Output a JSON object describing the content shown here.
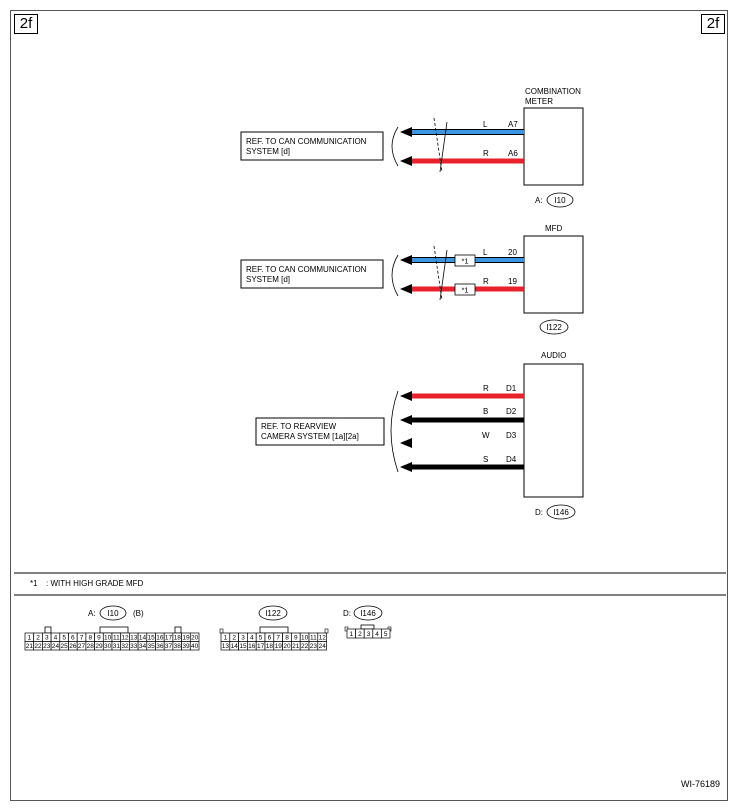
{
  "page_label": "2f",
  "figure_id": "WI-76189",
  "sections": {
    "combination_meter": {
      "title_line1": "COMBINATION",
      "title_line2": "METER",
      "ref_line1": "REF. TO CAN COMMUNICATION",
      "ref_line2": "SYSTEM  [d]",
      "connector_prefix": "A:",
      "connector": "I10",
      "wires": [
        {
          "color_code": "L",
          "pin": "A7",
          "color": "#3a96e0"
        },
        {
          "color_code": "R",
          "pin": "A6",
          "color": "#e8212a"
        }
      ]
    },
    "mfd": {
      "title": "MFD",
      "ref_line1": "REF. TO CAN COMMUNICATION",
      "ref_line2": "SYSTEM  [d]",
      "connector": "I122",
      "note_tag": "*1",
      "wires": [
        {
          "color_code": "L",
          "pin": "20",
          "color": "#3a96e0"
        },
        {
          "color_code": "R",
          "pin": "19",
          "color": "#e8212a"
        }
      ]
    },
    "audio": {
      "title": "AUDIO",
      "ref_line1": "REF. TO REARVIEW",
      "ref_line2": "CAMERA SYSTEM  [1a][2a]",
      "connector_prefix": "D:",
      "connector": "I146",
      "wires": [
        {
          "color_code": "R",
          "pin": "D1",
          "color": "#e8212a"
        },
        {
          "color_code": "B",
          "pin": "D2",
          "color": "#000000"
        },
        {
          "color_code": "W",
          "pin": "D3",
          "color": "#ffffff"
        },
        {
          "color_code": "S",
          "pin": "D4",
          "color": "#000000"
        }
      ]
    }
  },
  "footnote": {
    "mark": "*1",
    "text": ": WITH HIGH GRADE MFD"
  },
  "connectors": {
    "a": {
      "prefix": "A:",
      "name": "I10",
      "suffix": "(B)",
      "row1": [
        "1",
        "2",
        "3",
        "4",
        "5",
        "6",
        "7",
        "8",
        "9",
        "10",
        "11",
        "12",
        "13",
        "14",
        "15",
        "16",
        "17",
        "18",
        "19",
        "20"
      ],
      "row2": [
        "21",
        "22",
        "23",
        "24",
        "25",
        "26",
        "27",
        "28",
        "29",
        "30",
        "31",
        "32",
        "33",
        "34",
        "35",
        "36",
        "37",
        "38",
        "39",
        "40"
      ]
    },
    "i122": {
      "name": "I122",
      "row1": [
        "1",
        "2",
        "3",
        "4",
        "5",
        "6",
        "7",
        "8",
        "9",
        "10",
        "11",
        "12"
      ],
      "row2": [
        "13",
        "14",
        "15",
        "16",
        "17",
        "18",
        "19",
        "20",
        "21",
        "22",
        "23",
        "24"
      ]
    },
    "d": {
      "prefix": "D:",
      "name": "I146",
      "row1": [
        "1",
        "2",
        "3",
        "4",
        "5"
      ]
    }
  }
}
